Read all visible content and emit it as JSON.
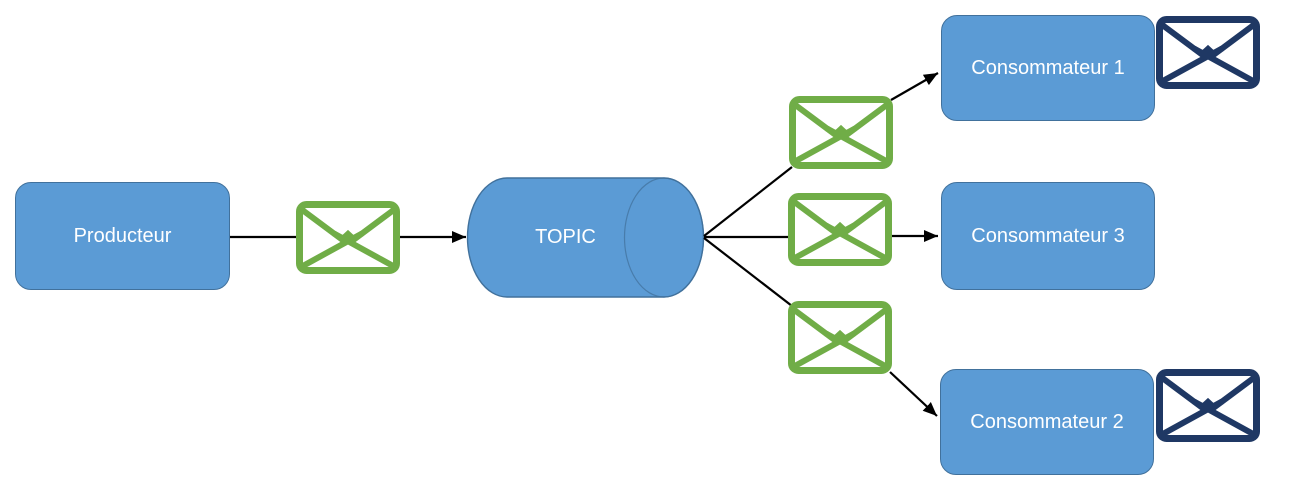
{
  "colors": {
    "background": "#FFFFFF",
    "node_fill": "#5B9BD5",
    "node_border": "#41719C",
    "node_text": "#FFFFFF",
    "message_icon_green": "#70AD47",
    "message_icon_navy": "#1F3864",
    "connector": "#000000"
  },
  "icons": {
    "in_transit_message": "envelope-icon",
    "delivered_message": "envelope-icon"
  },
  "diagram": {
    "producer": {
      "label": "Producteur"
    },
    "topic": {
      "label": "TOPIC"
    },
    "consumers": [
      {
        "label": "Consommateur 1",
        "delivered_envelope": true
      },
      {
        "label": "Consommateur 3",
        "delivered_envelope": false
      },
      {
        "label": "Consommateur 2",
        "delivered_envelope": true
      }
    ]
  }
}
